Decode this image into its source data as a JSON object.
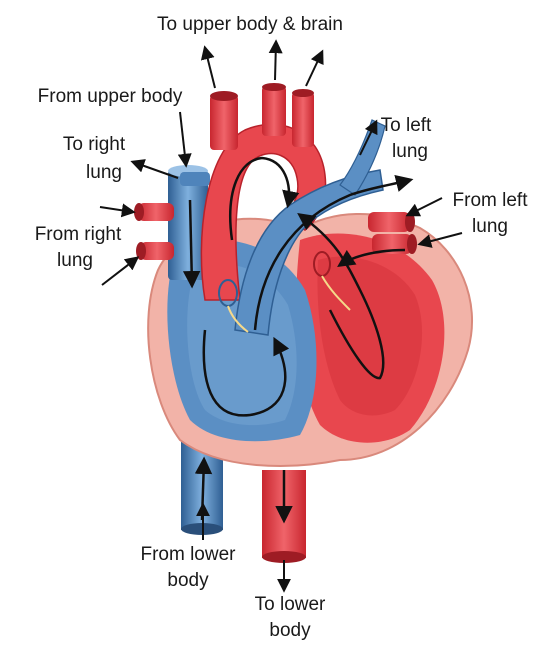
{
  "labels": {
    "upper_body_brain": "To upper body & brain",
    "from_upper_body": "From upper body",
    "to_right_lung_1": "To right",
    "to_right_lung_2": "lung",
    "from_right_lung_1": "From right",
    "from_right_lung_2": "lung",
    "to_left_lung_1": "To left",
    "to_left_lung_2": "lung",
    "from_left_lung_1": "From left",
    "from_left_lung_2": "lung",
    "from_lower_body_1": "From lower",
    "from_lower_body_2": "body",
    "to_lower_body_1": "To lower",
    "to_lower_body_2": "body"
  },
  "colors": {
    "oxygenated": "#e8474e",
    "oxygenated_dark": "#b8222b",
    "deoxygenated": "#5b8fc4",
    "deoxygenated_dark": "#2f5f93",
    "muscle": "#f2b3a8",
    "muscle_edge": "#d9897c",
    "flow_arrow": "#111111"
  }
}
